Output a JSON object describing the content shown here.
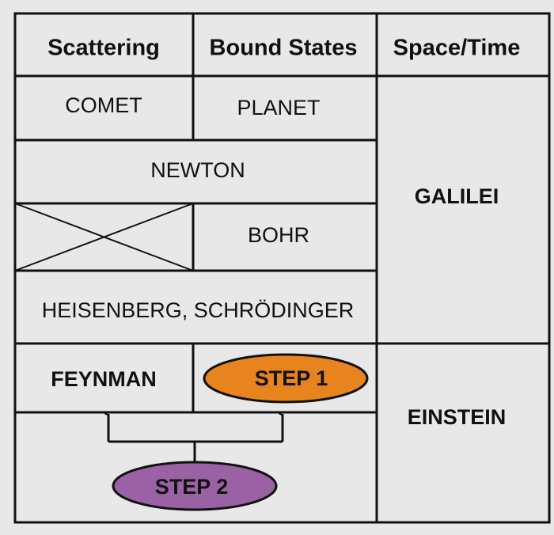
{
  "headers": [
    "Scattering",
    "Bound States",
    "Space/Time"
  ],
  "cells": {
    "comet": "COMET",
    "planet": "PLANET",
    "newton": "NEWTON",
    "bohr": "BOHR",
    "heisenberg": "HEISENBERG,  SCHRÖDINGER",
    "feynman": "FEYNMAN",
    "galilei": "GALILEI",
    "einstein": "EINSTEIN"
  },
  "steps": {
    "step1": {
      "label": "STEP 1",
      "color": "#E8841E"
    },
    "step2": {
      "label": "STEP 2",
      "color": "#9A62A4"
    }
  }
}
